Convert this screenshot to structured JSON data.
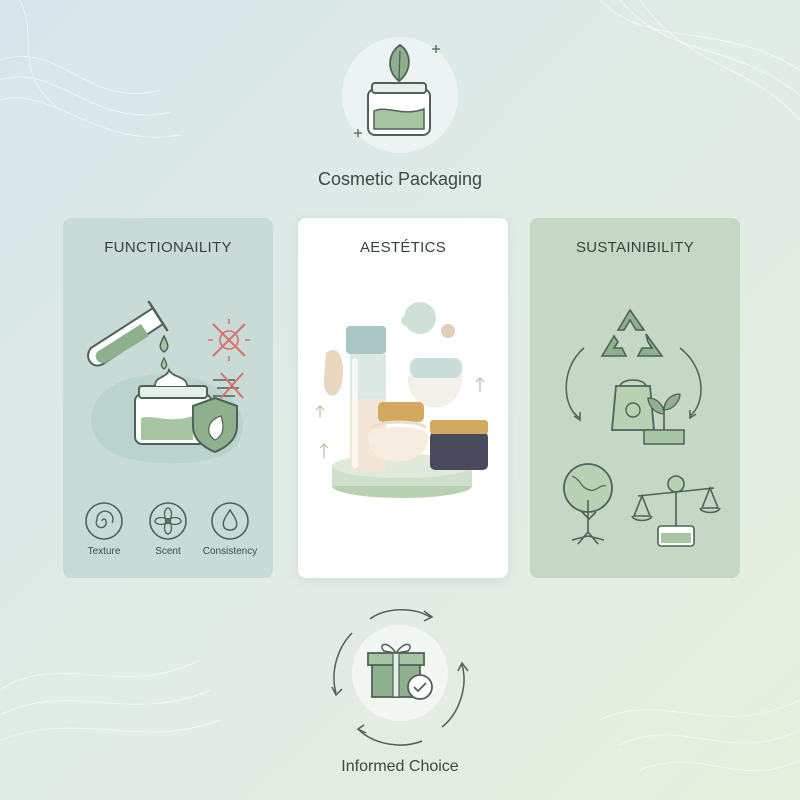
{
  "header": {
    "title": "Cosmetic Packaging",
    "emblem_icon": "leaf-jar-icon"
  },
  "pillars": [
    {
      "title": "FUNCTIONAILITY",
      "icons": [
        "test-tube-icon",
        "droplet-icon",
        "no-sun-icon",
        "no-heat-icon",
        "cream-jar-icon",
        "shield-leaf-icon"
      ],
      "features": [
        {
          "label": "Texture",
          "icon": "swirl-icon"
        },
        {
          "label": "Scent",
          "icon": "flower-icon"
        },
        {
          "label": "Consistency",
          "icon": "drop-icon"
        }
      ]
    },
    {
      "title": "AESTÉTICS",
      "icons": [
        "tall-bottle-icon",
        "cream-jar-icon",
        "dark-jar-icon",
        "podium-icon"
      ]
    },
    {
      "title": "SUSTAINIBILITY",
      "icons": [
        "recycle-icon",
        "recycled-bag-icon",
        "seedling-icon",
        "globe-tree-icon",
        "balance-scale-icon"
      ]
    }
  ],
  "footer": {
    "title": "Informed Choice",
    "emblem_icon": "gift-check-icon"
  },
  "colors": {
    "sage": "#8fb08d",
    "sage_light": "#b8d1b3",
    "outline": "#4f6159",
    "red_accent": "#d9706a",
    "gold": "#d4a85e",
    "dark_jar": "#4a4a5c"
  }
}
